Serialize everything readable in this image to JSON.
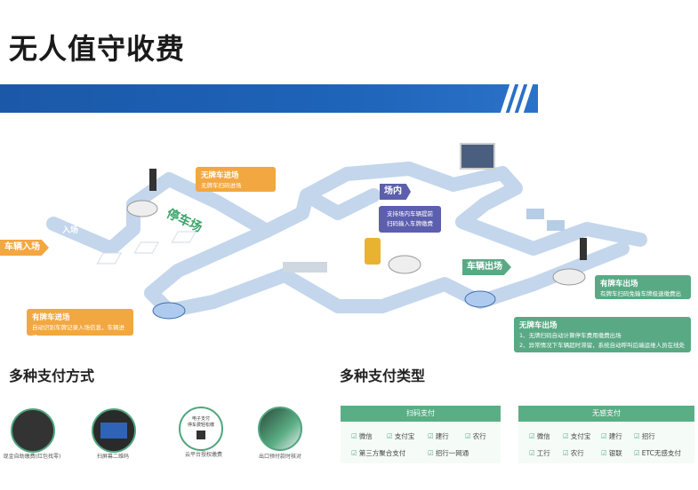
{
  "title": "无人值守收费",
  "scene": {
    "entrance_tag": "车辆入场",
    "inside_tag": "场内",
    "exit_tag": "车辆出场",
    "parking_label": "停车场",
    "road_entry_text": "入场",
    "unplated_entry": {
      "title": "无牌车进场",
      "desc": "无牌车扫码进场"
    },
    "plated_entry": {
      "title": "有牌车进场",
      "desc": "自动识别车牌记录入场信息，车辆进场"
    },
    "inside_box": {
      "line1": "支持场内车辆提前",
      "line2": "扫码输入车牌缴费"
    },
    "plated_exit": {
      "title": "有牌车出场",
      "desc": "有牌车扫码免输车牌极速缴费出场"
    },
    "unplated_exit": {
      "title": "无牌车出场",
      "line1": "1、无牌扫码自动计算停车费用缴费出场",
      "line2": "2、异常情况下车辆超时滞留，系统自动呼叫后端运维人员在线处理"
    }
  },
  "payment_methods": {
    "heading": "多种支付方式",
    "items": [
      {
        "caption": "现金自助缴费(红包找零)"
      },
      {
        "caption": "扫屏幕二维码"
      },
      {
        "caption": "云平台授权缴费",
        "sign_line1": "电子支付",
        "sign_line2": "停车费轻松缴"
      },
      {
        "caption": "出口预付款时核对"
      }
    ]
  },
  "payment_types": {
    "heading": "多种支付类型",
    "scan": {
      "header": "扫码支付",
      "items": [
        "微信",
        "支付宝",
        "建行",
        "农行",
        "第三方聚合支付",
        "招行一网通"
      ]
    },
    "senseless": {
      "header": "无感支付",
      "items": [
        "微信",
        "支付宝",
        "建行",
        "招行",
        "工行",
        "农行",
        "银联",
        "ETC无感支付"
      ]
    }
  },
  "colors": {
    "blue": "#1d5fb4",
    "orange": "#f3a740",
    "purple": "#5c5fae",
    "green": "#5aa985"
  }
}
